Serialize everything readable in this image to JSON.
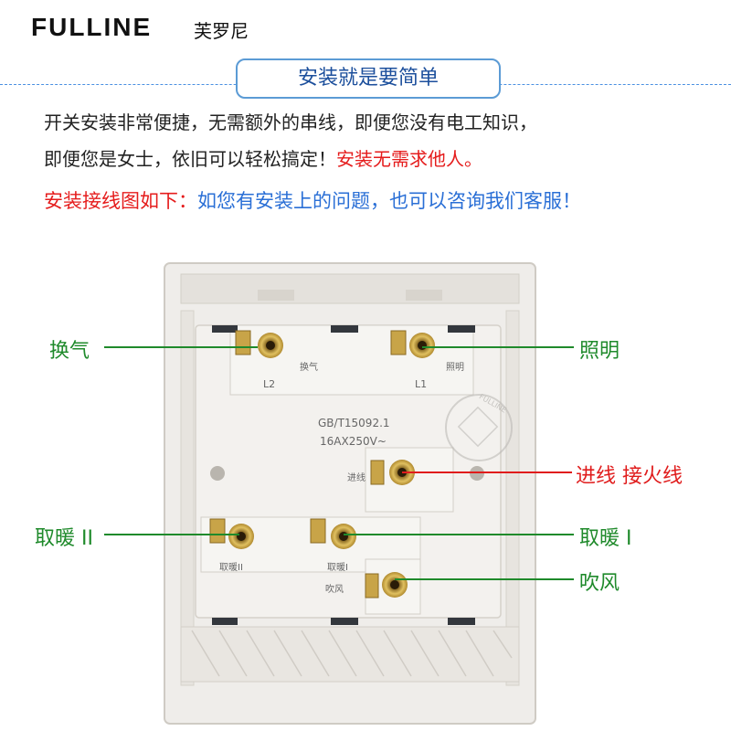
{
  "header": {
    "brand_en": "FULLINE",
    "brand_cn": "芙罗尼",
    "title": "安装就是要简单"
  },
  "intro": {
    "line1": "开关安装非常便捷，无需额外的串线，即便您没有电工知识，",
    "line2_black": "即便您是女士，依旧可以轻松搞定！",
    "line2_red": "安装无需求他人。",
    "line3_red": "安装接线图如下：",
    "line3_blue": "如您有安装上的问题，也可以咨询我们客服！"
  },
  "diagram": {
    "callouts": {
      "ventilation": "换气",
      "lighting": "照明",
      "input": "进线 接火线",
      "heat2": "取暖 II",
      "heat1": "取暖 I",
      "blow": "吹风"
    },
    "panel_labels": {
      "terminal_vent": "换气",
      "terminal_light": "照明",
      "l2": "L2",
      "l1": "L1",
      "standard": "GB/T15092.1",
      "rating": "16AX250V~",
      "input": "进线",
      "heat2": "取暖II",
      "heat1": "取暖I",
      "blow": "吹风"
    },
    "watermark": "FULLINE"
  },
  "colors": {
    "green": "#1f8a2b",
    "red": "#e01c1c",
    "blue": "#2a6fd6"
  }
}
